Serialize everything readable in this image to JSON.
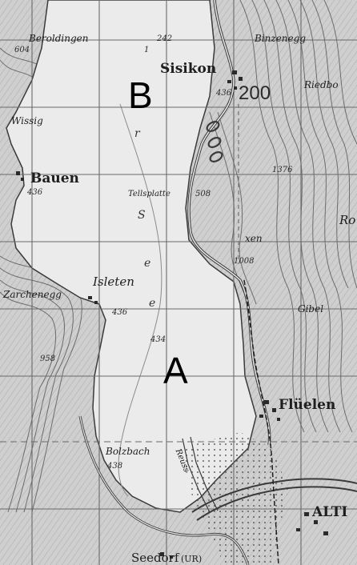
{
  "map": {
    "colors": {
      "land": "#cfcfcf",
      "lake": "#ebebeb",
      "grid": "#6a6a6a",
      "contour": "#555555",
      "road": "#3a3a3a"
    },
    "region_markers": {
      "a": "A",
      "b": "B"
    },
    "place_names": {
      "sisikon": "Sisikon",
      "bauen": "Bauen",
      "isleten": "Isleten",
      "fluelen": "Flüelen",
      "seedorf": "Seedorf",
      "seedorf_ur": "(UR)",
      "beroldingen": "Beroldingen",
      "wissig": "Wissig",
      "tellsplatte": "Tellsplatte",
      "bolzbach": "Bolzbach",
      "reuss": "Reuss",
      "altdorf_partial": "ALTI",
      "birchenegg": "Binzenegg",
      "riedboden": "Riedbo",
      "gibel": "Gibel",
      "zarchenegg": "Zarchenegg",
      "rophaien_partial": "Ro",
      "axen": "xen"
    },
    "lake_letters": [
      "r",
      "S",
      "e",
      "e"
    ],
    "road_number": "200",
    "elevations": {
      "e242": "242",
      "e1": "1",
      "e436_sisikon": "436",
      "e436_bauen": "436",
      "e508": "508",
      "e436_isleten": "436",
      "e434": "434",
      "e438": "438",
      "e1376": "1376",
      "e1008": "1008",
      "e958": "958",
      "e604": "604"
    }
  }
}
